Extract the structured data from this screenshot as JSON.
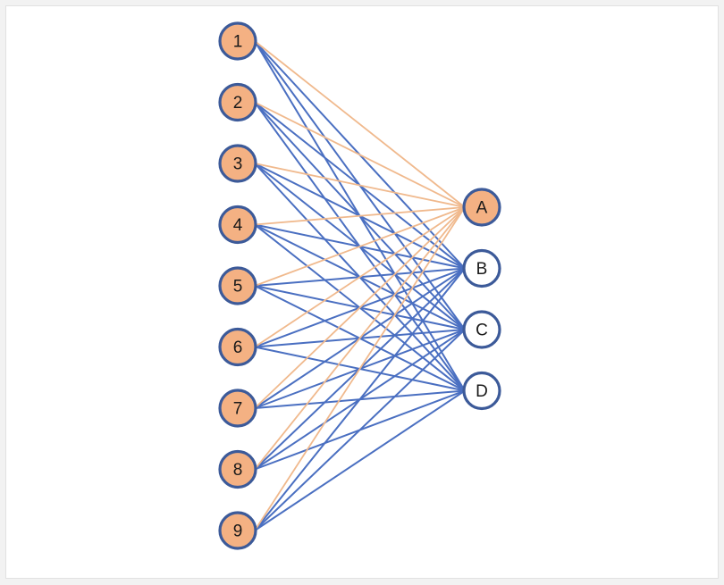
{
  "colors": {
    "background": "#ffffff",
    "edge_default": "#4a6fc1",
    "edge_highlight": "#f0b98d",
    "node_filled": "#f4b183",
    "node_empty": "#ffffff",
    "node_stroke": "#3c5a99"
  },
  "diagram": {
    "input_nodes": [
      {
        "id": "1",
        "label": "1"
      },
      {
        "id": "2",
        "label": "2"
      },
      {
        "id": "3",
        "label": "3"
      },
      {
        "id": "4",
        "label": "4"
      },
      {
        "id": "5",
        "label": "5"
      },
      {
        "id": "6",
        "label": "6"
      },
      {
        "id": "7",
        "label": "7"
      },
      {
        "id": "8",
        "label": "8"
      },
      {
        "id": "9",
        "label": "9"
      }
    ],
    "output_nodes": [
      {
        "id": "A",
        "label": "A",
        "filled": true
      },
      {
        "id": "B",
        "label": "B",
        "filled": false
      },
      {
        "id": "C",
        "label": "C",
        "filled": false
      },
      {
        "id": "D",
        "label": "D",
        "filled": false
      }
    ],
    "highlighted_output": "A"
  }
}
